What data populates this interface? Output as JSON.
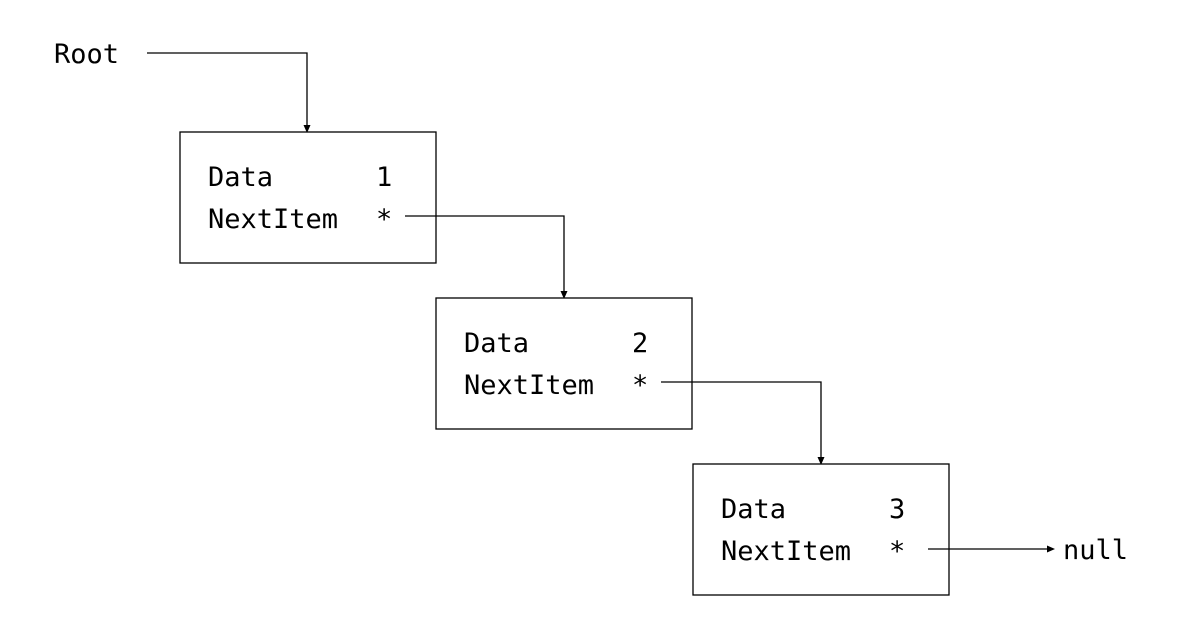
{
  "root_label": "Root",
  "null_label": "null",
  "nodes": [
    {
      "data_label": "Data",
      "data_value": "1",
      "next_label": "NextItem",
      "pointer": "*"
    },
    {
      "data_label": "Data",
      "data_value": "2",
      "next_label": "NextItem",
      "pointer": "*"
    },
    {
      "data_label": "Data",
      "data_value": "3",
      "next_label": "NextItem",
      "pointer": "*"
    }
  ]
}
